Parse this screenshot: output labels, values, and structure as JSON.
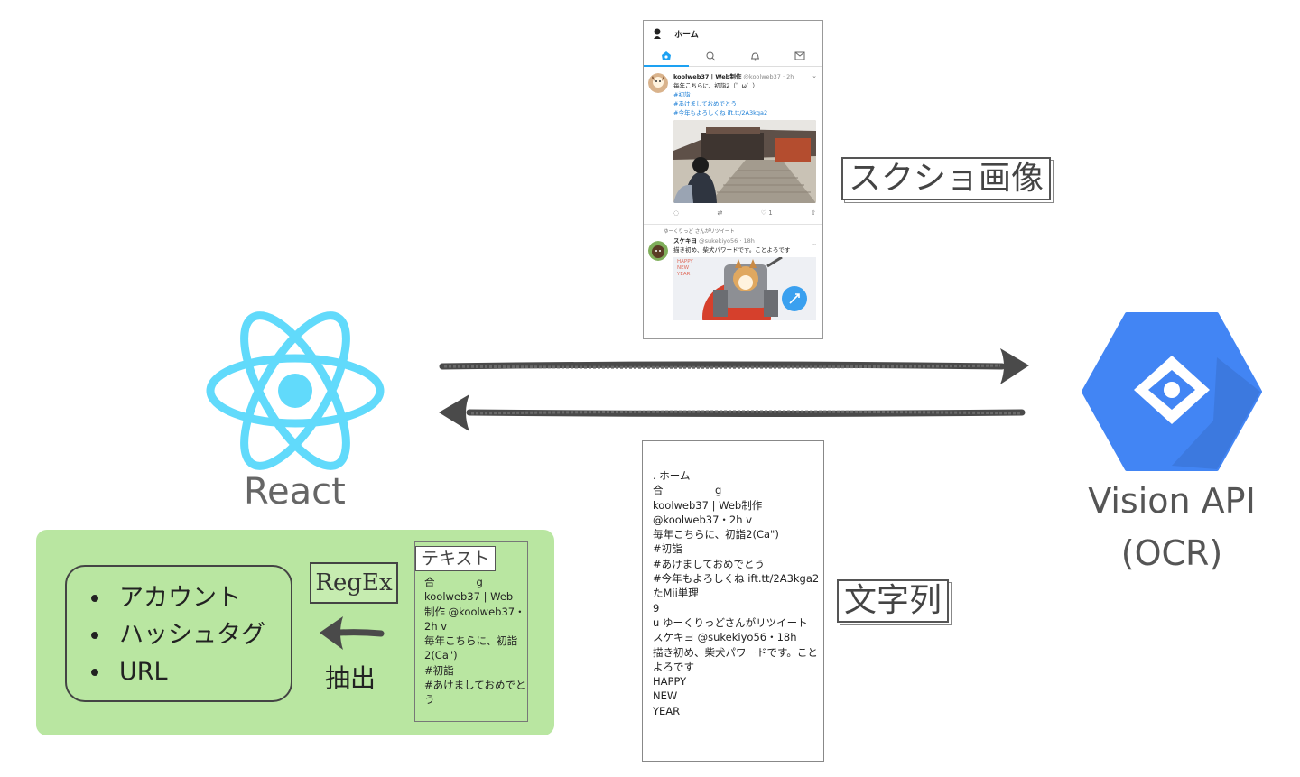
{
  "phone_screenshot": {
    "header_title": "ホーム",
    "tweet1": {
      "name": "koolweb37 | Web制作",
      "handle": "@koolweb37 · 2h",
      "lines": [
        "毎年こちらに、初詣2（゜ω゜）"
      ],
      "tags": [
        "#初詣",
        "#あけましておめでとう",
        "#今年もよろしくね ift.tt/2A3kga2"
      ],
      "like_count": "1"
    },
    "retweet_note": "ゆーくりっど さんがリツイート",
    "tweet2": {
      "name": "スケキヨ",
      "handle": "@sukekiyo56 · 18h",
      "text": "描き初め、柴犬パワードです。ことよろです",
      "image_text": "HAPPY NEW YEAR"
    }
  },
  "label_screenshot": "スクショ画像",
  "label_string": "文字列",
  "ocr_output_lines": [
    ". ホーム",
    "合　　　　　g",
    "koolweb37 | Web制作",
    "@koolweb37・2h v",
    "毎年こちらに、初詣2(Ca\")",
    "#初詣",
    "#あけましておめでとう",
    "#今年もよろしくね ift.tt/2A3kga2",
    "たMii単理",
    "9",
    "u ゆーくりっどさんがリツイート",
    "スケキヨ @sukekiyo56・18h",
    "描き初め、柴犬パワードです。こと",
    "よろです",
    "HAPPY",
    "NEW",
    "YEAR"
  ],
  "react_label": "React",
  "vision_label_line1": "Vision API",
  "vision_label_line2": "(OCR)",
  "result_items": [
    "アカウント",
    "ハッシュタグ",
    "URL"
  ],
  "regex_label": "RegEx",
  "extract_label": "抽出",
  "text_box_title": "テキスト",
  "text_box_lines": [
    "合　　　　g",
    "koolweb37 | Web",
    "制作 @koolweb37・",
    "2h v",
    "毎年こちらに、初詣",
    "2(Ca\")",
    "#初詣",
    "#あけましておめでと",
    "う"
  ],
  "colors": {
    "react": "#61dafb",
    "vision_blue": "#4285f4",
    "panel_green": "#b9e6a1",
    "arrow": "#4a4a4a"
  }
}
